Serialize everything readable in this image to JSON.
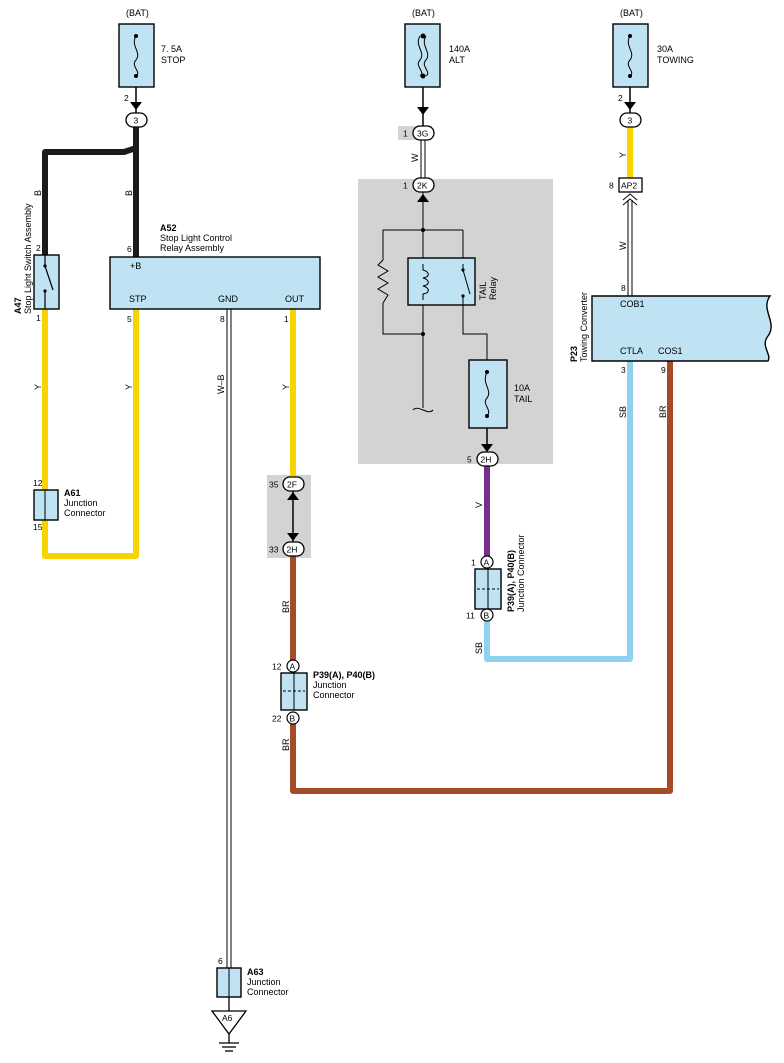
{
  "colors": {
    "yellow": "#f9d300",
    "black": "#1a1a1a",
    "purple": "#7b2d8e",
    "brown": "#a64b2a",
    "lightblue": "#8fd2f0",
    "component": "#bfe3f2",
    "shade": "#d3d3d3"
  },
  "fuses": {
    "stop": {
      "source": "(BAT)",
      "rating": "7. 5A",
      "name": "STOP",
      "pin": "2"
    },
    "alt": {
      "source": "(BAT)",
      "rating": "140A",
      "name": "ALT"
    },
    "towing": {
      "source": "(BAT)",
      "rating": "30A",
      "name": "TOWING",
      "pin": "2"
    },
    "tail": {
      "rating": "10A",
      "name": "TAIL"
    }
  },
  "connectors": {
    "c3_left": "3",
    "c3_right": "3",
    "c3g": "3G",
    "c3g_pin": "1",
    "c2k": "2K",
    "c2k_pin": "1",
    "c2h_tail": "2H",
    "c2h_tail_pin": "5",
    "c2f": "2F",
    "c2f_pin": "35",
    "c2h_mid": "2H",
    "c2h_mid_pin": "33",
    "ap2": "AP2",
    "ap2_pin": "8"
  },
  "wires": {
    "b1": "B",
    "b2": "B",
    "y1": "Y",
    "y2": "Y",
    "y3": "Y",
    "y4": "Y",
    "w1": "W",
    "w2": "W",
    "wb": "W–B",
    "v": "V",
    "sb1": "SB",
    "sb2": "SB",
    "br1": "BR",
    "br2": "BR",
    "br3": "BR"
  },
  "a47": {
    "id": "A47",
    "name": "Stop Light Switch Assembly",
    "pin_top": "2",
    "pin_bottom": "1"
  },
  "a52": {
    "id": "A52",
    "name_line1": "Stop Light Control",
    "name_line2": "Relay Assembly",
    "terminals": {
      "b": "+B",
      "stp": "STP",
      "gnd": "GND",
      "out": "OUT"
    },
    "pins": {
      "b": "6",
      "stp": "5",
      "gnd": "8",
      "out": "1"
    }
  },
  "a61": {
    "id": "A61",
    "name_line1": "Junction",
    "name_line2": "Connector",
    "pin_top": "12",
    "pin_bottom": "15"
  },
  "a63": {
    "id": "A63",
    "name_line1": "Junction",
    "name_line2": "Connector",
    "pin_top": "6"
  },
  "ground": {
    "label": "A6"
  },
  "tail_relay": {
    "line1": "TAIL",
    "line2": "Relay"
  },
  "jc_left": {
    "id": "P39(A), P40(B)",
    "name_line1": "Junction",
    "name_line2": "Connector",
    "pin_a": "12",
    "pin_b": "22",
    "letter_a": "A",
    "letter_b": "B"
  },
  "jc_right": {
    "id": "P39(A), P40(B)",
    "name": "Junction Connector",
    "pin_a": "1",
    "pin_b": "11",
    "letter_a": "A",
    "letter_b": "B"
  },
  "p23": {
    "id": "P23",
    "name": "Towing Converter",
    "terminals": {
      "cob1": "COB1",
      "ctla": "CTLA",
      "cos1": "COS1"
    },
    "pins": {
      "cob1": "8",
      "ctla": "3",
      "cos1": "9"
    }
  }
}
